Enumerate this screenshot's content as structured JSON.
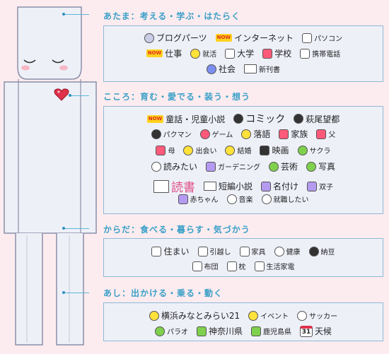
{
  "sections": [
    {
      "title": "あたま：考える・学ぶ・はたらく",
      "rows": [
        [
          {
            "label": "ブログパーツ",
            "size": "m",
            "icon": "gear-icon",
            "cls": "round"
          },
          {
            "label": "インターネット",
            "size": "m",
            "icon": "now-badge",
            "new": "NOW"
          },
          {
            "label": "パソコン",
            "size": "s",
            "icon": "pc-icon",
            "cls": "white"
          }
        ],
        [
          {
            "label": "仕事",
            "size": "m",
            "icon": "now-badge",
            "new": "NOW"
          },
          {
            "label": "就活",
            "size": "s",
            "icon": "sunflower-icon",
            "cls": "yellow round"
          },
          {
            "label": "大学",
            "size": "m",
            "icon": "building-icon",
            "cls": "white"
          },
          {
            "label": "学校",
            "size": "m",
            "icon": "backpack-icon",
            "cls": "red"
          },
          {
            "label": "携帯電話",
            "size": "s",
            "icon": "mobile-icon",
            "cls": "white"
          }
        ],
        [
          {
            "label": "社会",
            "size": "m",
            "icon": "cap-icon",
            "cls": "blue round"
          },
          {
            "label": "新刊書",
            "size": "s",
            "icon": "book-icon",
            "cls": "book"
          }
        ]
      ]
    },
    {
      "title": "こころ：育む・愛でる・装う・想う",
      "rows": [
        [
          {
            "label": "童話・児童小説",
            "size": "m",
            "icon": "now-badge",
            "new": "NOW"
          },
          {
            "label": "コミック",
            "size": "l",
            "icon": "comic-face-icon",
            "cls": "black round"
          },
          {
            "label": "萩尾望都",
            "size": "m",
            "icon": "face-icon",
            "cls": "black round"
          }
        ],
        [
          {
            "label": "パクマン",
            "size": "s",
            "icon": "face-icon",
            "cls": "black round"
          },
          {
            "label": "ゲーム",
            "size": "s",
            "icon": "game-icon",
            "cls": "red round"
          },
          {
            "label": "落語",
            "size": "m",
            "icon": "rakugo-icon",
            "cls": "yellow round"
          },
          {
            "label": "家族",
            "size": "m",
            "icon": "house-icon",
            "cls": "red"
          },
          {
            "label": "父",
            "size": "s",
            "icon": "house-icon",
            "cls": "red"
          }
        ],
        [
          {
            "label": "母",
            "size": "s",
            "icon": "house-icon",
            "cls": "red"
          },
          {
            "label": "出会い",
            "size": "s",
            "icon": "face-icon",
            "cls": "yellow round"
          },
          {
            "label": "結婚",
            "size": "s",
            "icon": "face-icon",
            "cls": "yellow round"
          },
          {
            "label": "映画",
            "size": "m",
            "icon": "camera-icon",
            "cls": "black"
          },
          {
            "label": "サクラ",
            "size": "s",
            "icon": "tree-icon",
            "cls": "green round"
          }
        ],
        [
          {
            "label": "読みたい",
            "size": "m",
            "icon": "thinking-icon",
            "cls": "white round"
          },
          {
            "label": "ガーデニング",
            "size": "s",
            "icon": "flower-icon",
            "cls": "purple"
          },
          {
            "label": "芸術",
            "size": "m",
            "icon": "art-icon",
            "cls": "green round"
          },
          {
            "label": "写真",
            "size": "m",
            "icon": "face-icon",
            "cls": "green round"
          }
        ],
        [
          {
            "label": "読書",
            "size": "xl",
            "icon": "book-icon",
            "cls": "book big"
          },
          {
            "label": "短編小説",
            "size": "m",
            "icon": "book-icon",
            "cls": "book"
          },
          {
            "label": "名付け",
            "size": "m",
            "icon": "baby-icon",
            "cls": "purple"
          },
          {
            "label": "双子",
            "size": "s",
            "icon": "baby-icon",
            "cls": "purple"
          }
        ],
        [
          {
            "label": "赤ちゃん",
            "size": "s",
            "icon": "baby-icon",
            "cls": "purple"
          },
          {
            "label": "音楽",
            "size": "s",
            "icon": "music-face-icon",
            "cls": "white round"
          },
          {
            "label": "就職したい",
            "size": "s",
            "icon": "face-icon",
            "cls": "white round"
          }
        ]
      ]
    },
    {
      "title": "からだ：食べる・暮らす・気づかう",
      "rows": [
        [
          {
            "label": "住まい",
            "size": "m",
            "icon": "house-icon",
            "cls": "white"
          },
          {
            "label": "引越し",
            "size": "s",
            "icon": "house-icon",
            "cls": "white"
          },
          {
            "label": "家具",
            "size": "s",
            "icon": "house-icon",
            "cls": "white"
          },
          {
            "label": "健康",
            "size": "s",
            "icon": "face-icon",
            "cls": "white round"
          },
          {
            "label": "納豆",
            "size": "s",
            "icon": "onigiri-icon",
            "cls": "black round"
          }
        ],
        [
          {
            "label": "布団",
            "size": "s",
            "icon": "futon-icon",
            "cls": "white"
          },
          {
            "label": "枕",
            "size": "s",
            "icon": "pillow-icon",
            "cls": "white"
          },
          {
            "label": "生活家電",
            "size": "s",
            "icon": "appliance-icon",
            "cls": "white"
          }
        ]
      ]
    },
    {
      "title": "あし：出かける・乗る・動く",
      "rows": [
        [
          {
            "label": "横浜みなとみらい21",
            "size": "m",
            "icon": "sun-icon",
            "cls": "yellow round"
          },
          {
            "label": "イベント",
            "size": "s",
            "icon": "sun-icon",
            "cls": "yellow round"
          },
          {
            "label": "サッカー",
            "size": "s",
            "icon": "soccer-ball-icon",
            "cls": "white round"
          }
        ],
        [
          {
            "label": "パラオ",
            "size": "s",
            "icon": "globe-icon",
            "cls": "green round"
          },
          {
            "label": "神奈川県",
            "size": "m",
            "icon": "caterpillar-icon",
            "cls": "green"
          },
          {
            "label": "鹿児島県",
            "size": "s",
            "icon": "caterpillar-icon",
            "cls": "green"
          },
          {
            "label": "天候",
            "size": "m",
            "icon": "calendar-icon",
            "cls": "white"
          }
        ]
      ]
    }
  ],
  "calendar_day": "31",
  "colors": {
    "accent": "#3aa0c8",
    "background": "#fdecef",
    "box": "#eef0f8",
    "heart": "#e0304a"
  }
}
